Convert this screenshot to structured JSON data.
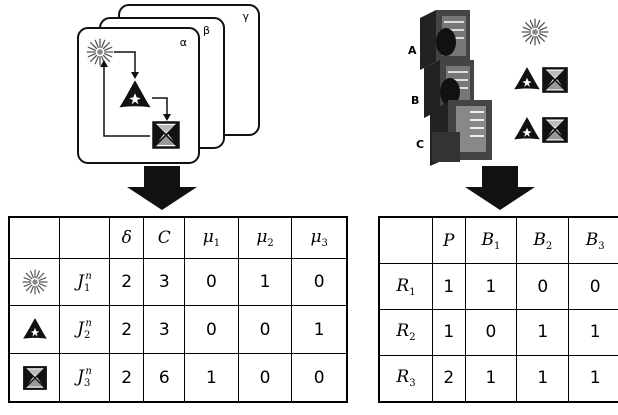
{
  "left_cards": {
    "card_labels": [
      "α",
      "β",
      "γ"
    ]
  },
  "right_panel": {
    "labels": [
      "A",
      "B",
      "C"
    ]
  },
  "left_table": {
    "headers": [
      "δ",
      "C",
      "μ",
      "μ",
      "μ"
    ],
    "header_subs": [
      "",
      "",
      "1",
      "2",
      "3"
    ],
    "rows": [
      {
        "icon": "starburst-icon",
        "var": "J",
        "sub": "1",
        "sup": "n",
        "values": [
          "2",
          "3",
          "0",
          "1",
          "0"
        ]
      },
      {
        "icon": "triangle-star-icon",
        "var": "J",
        "sub": "2",
        "sup": "n",
        "values": [
          "2",
          "3",
          "0",
          "0",
          "1"
        ]
      },
      {
        "icon": "hourglass-box-icon",
        "var": "J",
        "sub": "3",
        "sup": "n",
        "values": [
          "2",
          "6",
          "1",
          "0",
          "0"
        ]
      }
    ]
  },
  "right_table": {
    "headers": [
      "P",
      "B",
      "B",
      "B"
    ],
    "header_subs": [
      "",
      "1",
      "2",
      "3"
    ],
    "rows": [
      {
        "var": "R",
        "sub": "1",
        "values": [
          "1",
          "1",
          "0",
          "0"
        ]
      },
      {
        "var": "R",
        "sub": "2",
        "values": [
          "1",
          "0",
          "1",
          "1"
        ]
      },
      {
        "var": "R",
        "sub": "3",
        "values": [
          "2",
          "1",
          "1",
          "1"
        ]
      }
    ]
  }
}
